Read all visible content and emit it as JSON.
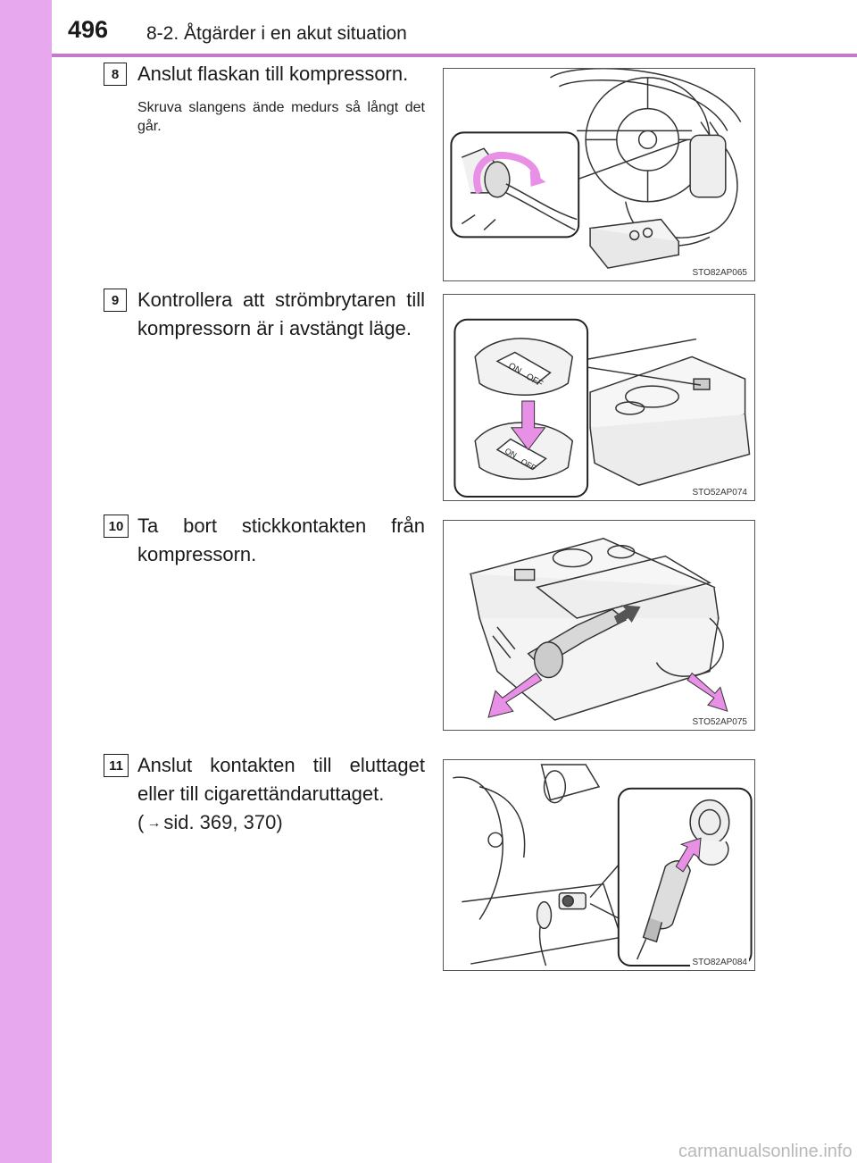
{
  "header": {
    "page_number": "496",
    "section_title": "8-2. Åtgärder i en akut situation"
  },
  "steps": [
    {
      "number": "8",
      "text": "Anslut flaskan till kompressorn.",
      "sub": "Skruva slangens ände medurs så långt det går.",
      "figure_code": "STO82AP065"
    },
    {
      "number": "9",
      "text": "Kontrollera att strömbrytaren till kompressorn är i avstängt läge.",
      "figure_code": "STO52AP074",
      "switch_on": "ON",
      "switch_off": "OFF"
    },
    {
      "number": "10",
      "text": "Ta bort stickkontakten från kompressorn.",
      "figure_code": "STO52AP075"
    },
    {
      "number": "11",
      "text": "Anslut kontakten till eluttaget eller till cigarettändaruttaget.",
      "ref": "sid. 369, 370)",
      "ref_open": "(",
      "figure_code": "STO82AP084"
    }
  ],
  "watermark": "carmanualsonline.info",
  "colors": {
    "sidebar": "#e8a8ee",
    "header_rule": "#c47acb",
    "arrow_pink": "#e88fe6"
  },
  "icons": [
    "right-arrow-icon"
  ]
}
